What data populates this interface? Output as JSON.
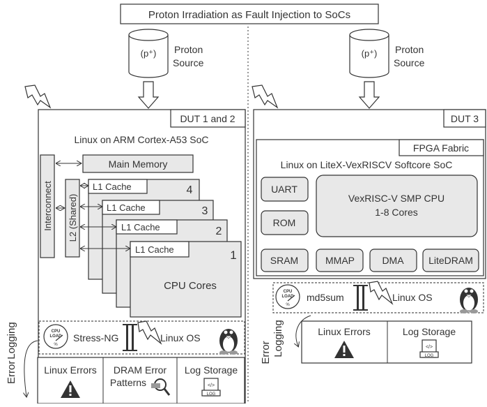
{
  "title": "Proton Irradiation as Fault Injection to SoCs",
  "left": {
    "source_symbol": "(p⁺)",
    "source_label_1": "Proton",
    "source_label_2": "Source",
    "dut_label": "DUT 1 and 2",
    "soc_title": "Linux on ARM Cortex-A53 SoC",
    "interconnect": "Interconnect",
    "main_memory": "Main Memory",
    "l2": "L2 (Shared)",
    "cores": [
      {
        "cache": "L1 Cache",
        "num": "4"
      },
      {
        "cache": "L1 Cache",
        "num": "3"
      },
      {
        "cache": "L1 Cache",
        "num": "2"
      },
      {
        "cache": "L1 Cache",
        "num": "1"
      }
    ],
    "cpu_cores": "CPU Cores",
    "gauge_top": "CPU",
    "gauge_mid": "LOAD",
    "gauge_pct": "%",
    "stress": "Stress-NG",
    "os": "Linux OS",
    "error_logging_1": "Error",
    "error_logging_2": "Logging",
    "linux_errors": "Linux Errors",
    "dram_1": "DRAM Error",
    "dram_2": "Patterns",
    "log_storage": "Log Storage",
    "log_icon_text": "LOG",
    "log_icon_code": "</>"
  },
  "right": {
    "source_symbol": "(p⁺)",
    "source_label_1": "Proton",
    "source_label_2": "Source",
    "dut_label": "DUT 3",
    "fpga": "FPGA Fabric",
    "soc_title": "Linux on LiteX-VexRISCV Softcore SoC",
    "uart": "UART",
    "rom": "ROM",
    "cpu_1": "VexRISC-V SMP CPU",
    "cpu_2": "1-8 Cores",
    "sram": "SRAM",
    "mmap": "MMAP",
    "dma": "DMA",
    "litedram": "LiteDRAM",
    "gauge_top": "CPU",
    "gauge_mid": "LOAD",
    "gauge_pct": "%",
    "md5": "md5sum",
    "os": "Linux OS",
    "error_logging_1": "Error",
    "error_logging_2": "Logging",
    "linux_errors": "Linux Errors",
    "log_storage": "Log Storage",
    "log_icon_text": "LOG",
    "log_icon_code": "</>"
  },
  "colors": {
    "line": "#333333",
    "gray_fill": "#e8e8e8"
  }
}
